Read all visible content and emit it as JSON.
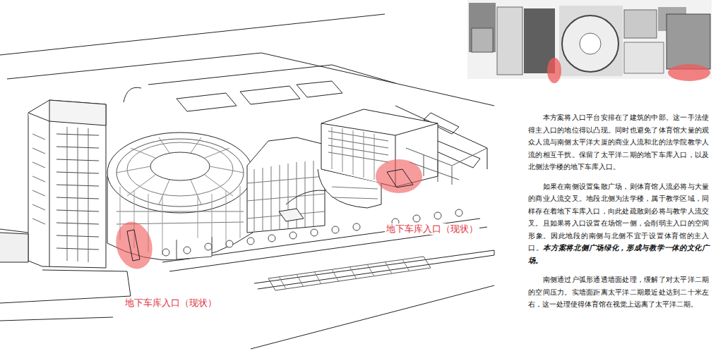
{
  "diagram": {
    "labels": [
      "地下车库入口（现状）",
      "地下车库入口（现状）",
      "本方案将入口平台安排在了建筑的中部。这一手法使得主入口的地位得以凸现。同时也避免了体育馆大量的观众人流与南侧太平洋大厦的商业人流和北的法学院教学人流的相互干扰。保留了太平洋二期的地下车库入口，以及北侧法学楼的地下车库入口。",
      "如果在南侧设置集散广场，则体育馆人流必将与大量的商业人流交叉。地段北侧为法学楼，属于教学区域，同样存在着地下车库入口，向此处疏散则必将与教学人流交叉。且如果将入口设置在场馆一侧，会削弱主入口的空间形象。因此地段的南侧与北侧不宜于设置体育馆的主入口。",
      "本方案将北侧广场绿化，形成与教学一体的文化广场。",
      "南侧通过户弧形通透墙面处理，缓解了对太平洋二期的空间压力。实墙面距离太平洋二期最近处达到二十米左右，这一处理使得体育馆在视觉上远离了太平洋二期。"
    ]
  }
}
